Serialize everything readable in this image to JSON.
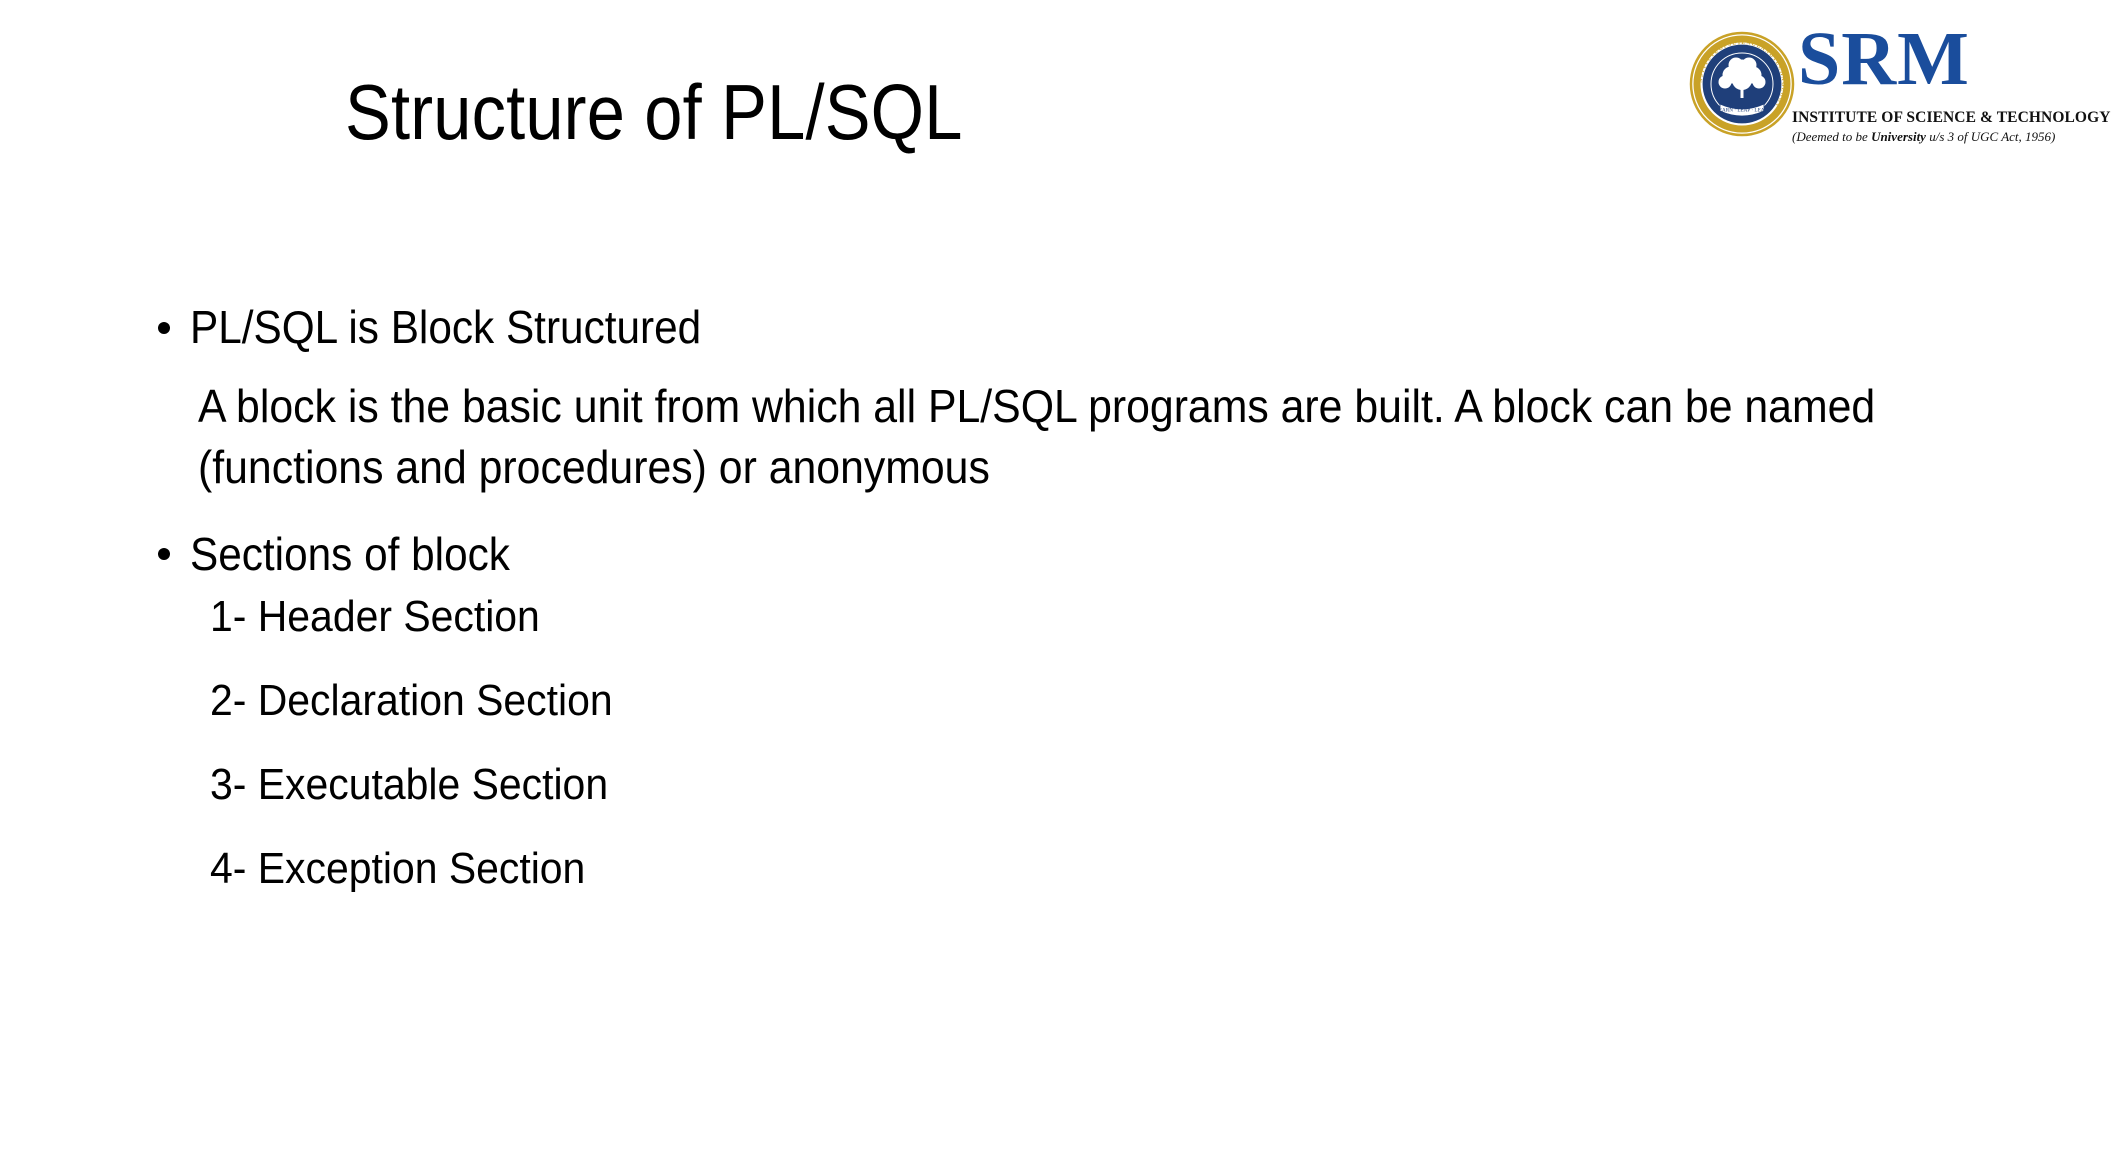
{
  "slide": {
    "title": "Structure of PL/SQL",
    "background_color": "#ffffff",
    "text_color": "#000000"
  },
  "logo": {
    "wordmark": "SRM",
    "wordmark_color": "#1a4d9c",
    "tagline_primary": "INSTITUTE OF SCIENCE & TECHNOLOGY",
    "tagline_secondary_prefix": "(Deemed to be ",
    "tagline_secondary_bold": "University",
    "tagline_secondary_suffix": " u/s 3 of UGC Act, 1956)",
    "seal": {
      "ring_text": "SRM INSTITUTE OF SCIENCE AND TECHNOLOGY",
      "banner_text": "LEARN · LEAP · LEAD",
      "ring_color": "#c9a227",
      "disc_color": "#1f3f7a",
      "emblem": "tree"
    }
  },
  "body": {
    "bullet_1": "PL/SQL is Block Structured",
    "paragraph_1": "A block is the basic unit from which all PL/SQL programs are built. A block can be named (functions and procedures) or anonymous",
    "bullet_2": "Sections of block",
    "sections": [
      "1- Header Section",
      "2- Declaration Section",
      "3- Executable Section",
      "4- Exception Section"
    ]
  }
}
